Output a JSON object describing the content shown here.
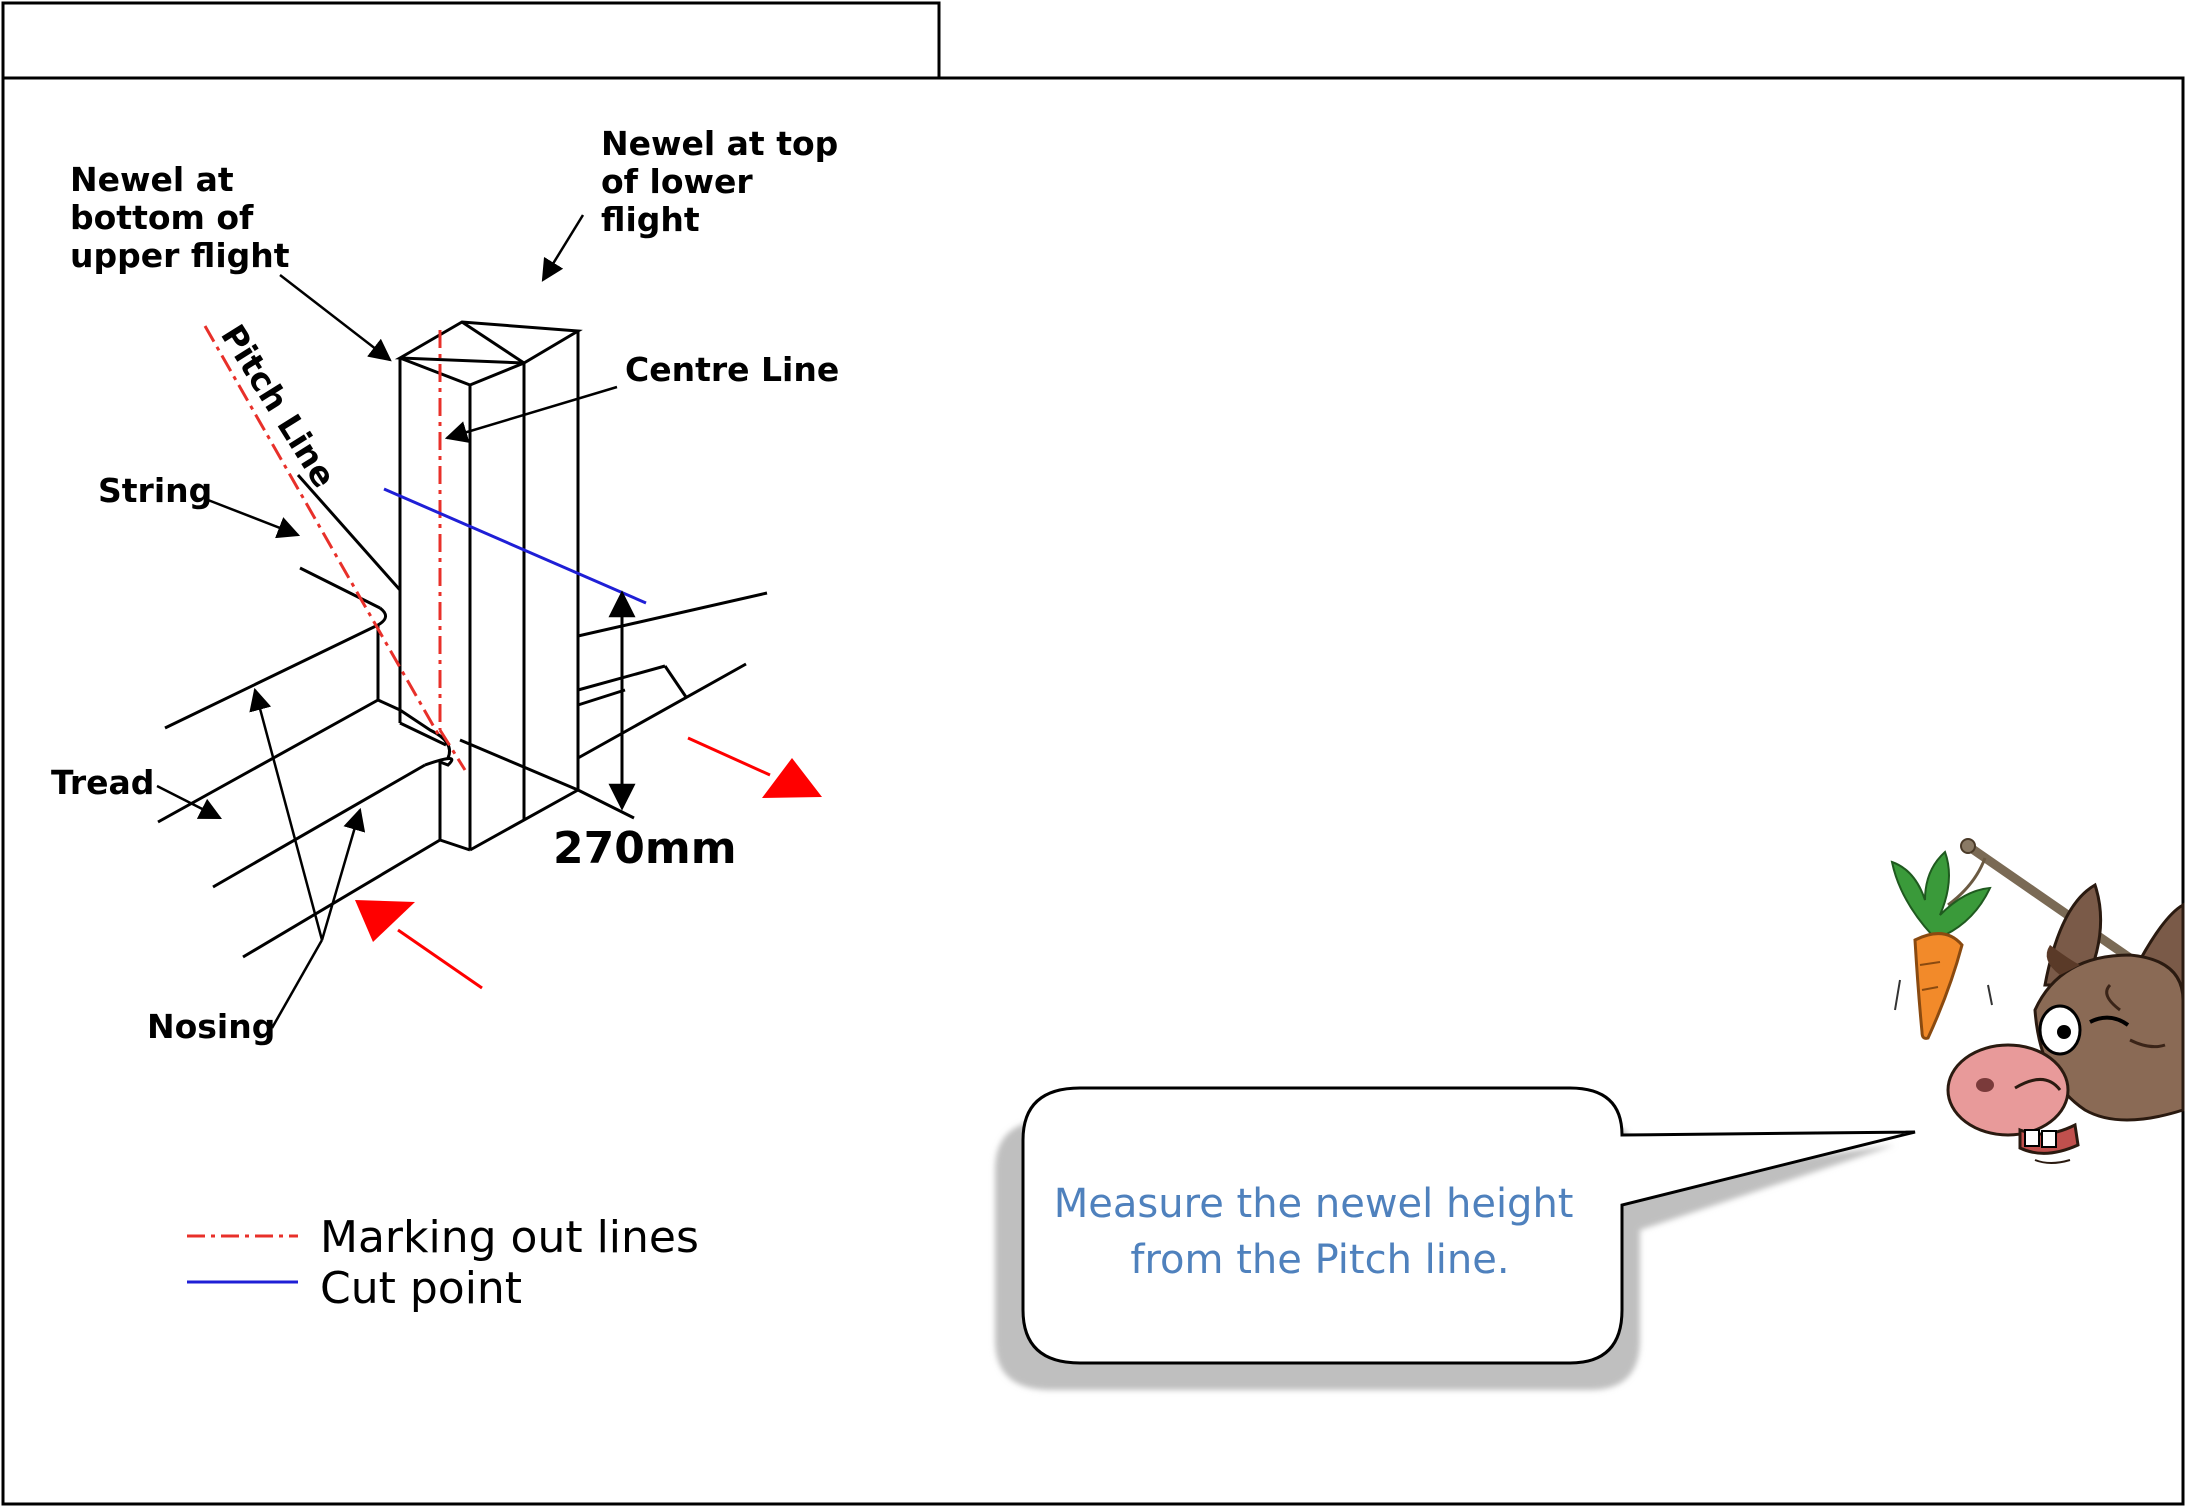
{
  "diagram": {
    "labels": {
      "newel_bottom_upper": [
        "Newel at",
        "bottom of",
        "upper flight"
      ],
      "newel_top_lower": [
        "Newel at top",
        "of lower",
        "flight"
      ],
      "centre_line": "Centre Line",
      "pitch_line": "Pitch Line",
      "string": "String",
      "tread": "Tread",
      "nosing": "Nosing",
      "dimension": "270mm"
    },
    "legend": [
      {
        "label": "Marking out lines",
        "color": "#e8302a",
        "style": "dash-dot"
      },
      {
        "label": "Cut point",
        "color": "#1f1fd6",
        "style": "solid"
      }
    ],
    "colors": {
      "marking_line": "#e8302a",
      "cut_line": "#1f1fd6",
      "direction_arrow": "#ff0000",
      "speech_text": "#4f81bd"
    }
  },
  "speech_bubble": {
    "lines": [
      "Measure the newel height",
      "from the Pitch line."
    ]
  },
  "character": {
    "icon": "donkey-with-carrot-icon"
  }
}
